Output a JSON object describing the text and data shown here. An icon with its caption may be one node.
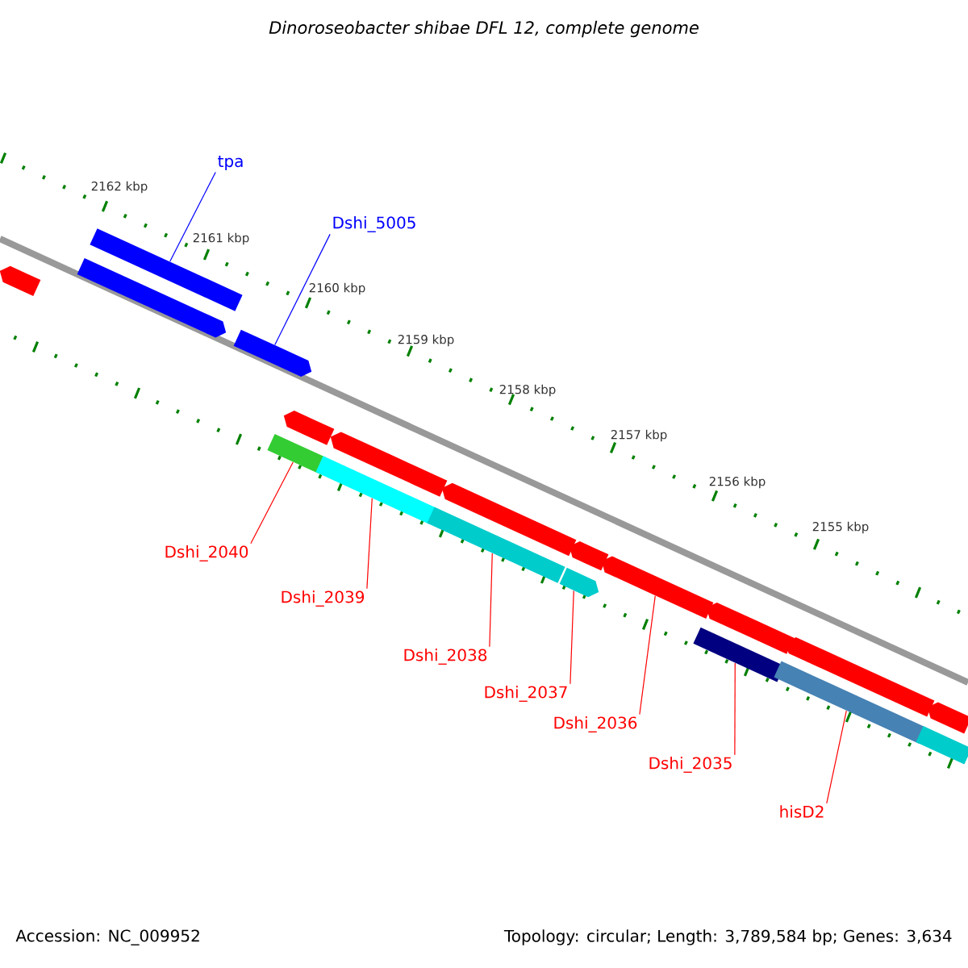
{
  "diagram": {
    "title": "Dinoroseobacter shibae DFL 12, complete genome",
    "nodes": [
      {
        "text": [
          "tpa"
        ]
      },
      {
        "text": [
          "Dshi_5005"
        ]
      },
      {
        "text": [
          "Dshi_2040"
        ]
      },
      {
        "text": [
          "Dshi_2039"
        ]
      },
      {
        "text": [
          "Dshi_2038"
        ]
      },
      {
        "text": [
          "Dshi_2037"
        ]
      },
      {
        "text": [
          "Dshi_2036"
        ]
      },
      {
        "text": [
          "Dshi_2035"
        ]
      },
      {
        "text": [
          "hisD2"
        ]
      },
      {
        "text": [],
        "shape": "bar"
      },
      {
        "text": [],
        "shape": "bar"
      },
      {
        "text": [],
        "shape": "bar"
      },
      {
        "text": [],
        "shape": "bar"
      },
      {
        "text": [],
        "shape": "bar"
      },
      {
        "text": [],
        "shape": "bar"
      },
      {
        "text": [],
        "shape": "bar"
      },
      {
        "text": [],
        "shape": "bar"
      },
      {
        "text": [],
        "shape": "bar"
      },
      {
        "text": [],
        "shape": "bar"
      },
      {
        "text": [],
        "shape": "bar"
      },
      {
        "text": [],
        "shape": "bar"
      },
      {
        "text": [],
        "shape": "bar"
      },
      {
        "text": [],
        "shape": "bar"
      },
      {
        "text": [],
        "shape": "bar"
      },
      {
        "text": [],
        "shape": "bar"
      },
      {
        "text": [],
        "shape": "bar"
      },
      {
        "text": [],
        "shape": "bar"
      },
      {
        "text": [],
        "shape": "bar"
      }
    ],
    "edges": [
      {
        "from": 0,
        "to": 10,
        "arrow": "none",
        "color": "#0000ff"
      },
      {
        "from": 1,
        "to": 12,
        "arrow": "none",
        "color": "#0000ff"
      },
      {
        "from": 2,
        "to": 14,
        "arrow": "none"
      },
      {
        "from": 3,
        "to": 16,
        "arrow": "none"
      },
      {
        "from": 4,
        "to": 18,
        "arrow": "none"
      },
      {
        "from": 5,
        "to": 20,
        "arrow": "none"
      },
      {
        "from": 6,
        "to": 21,
        "arrow": "none"
      },
      {
        "from": 7,
        "to": 23,
        "arrow": "none"
      },
      {
        "from": 8,
        "to": 25,
        "arrow": "none"
      }
    ],
    "labels": [
      "2162 kbp",
      "2161 kbp",
      "2160 kbp",
      "2159 kbp",
      "2158 kbp",
      "2157 kbp",
      "2156 kbp",
      "2155 kbp",
      "Accession: NC_009952",
      "Topology: circular; Length: 3,789,584 bp; Genes: 3,634"
    ]
  }
}
